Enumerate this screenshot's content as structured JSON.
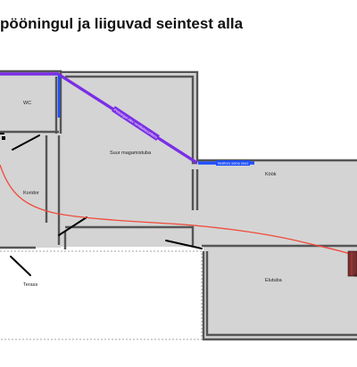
{
  "title": "pööningul ja liiguvad seintest alla",
  "rooms": {
    "wc": "WC",
    "suur_magamistuba": "Suur magamistuba",
    "koridor": "Koridor",
    "kook": "Köök",
    "terass": "Terass",
    "elutuba": "Elutuba"
  },
  "ducts": {
    "attic_label": "Pööningul olev ventilatsioonitoru",
    "wall_label": "Vesitoru seina sees"
  },
  "colors": {
    "floor": "#d4d4d4",
    "wall": "#555555",
    "duct_purple": "#7a2ee6",
    "duct_blue": "#1e4fff",
    "cable_red": "#f04a3a",
    "unit_brown": "#7a3030"
  }
}
